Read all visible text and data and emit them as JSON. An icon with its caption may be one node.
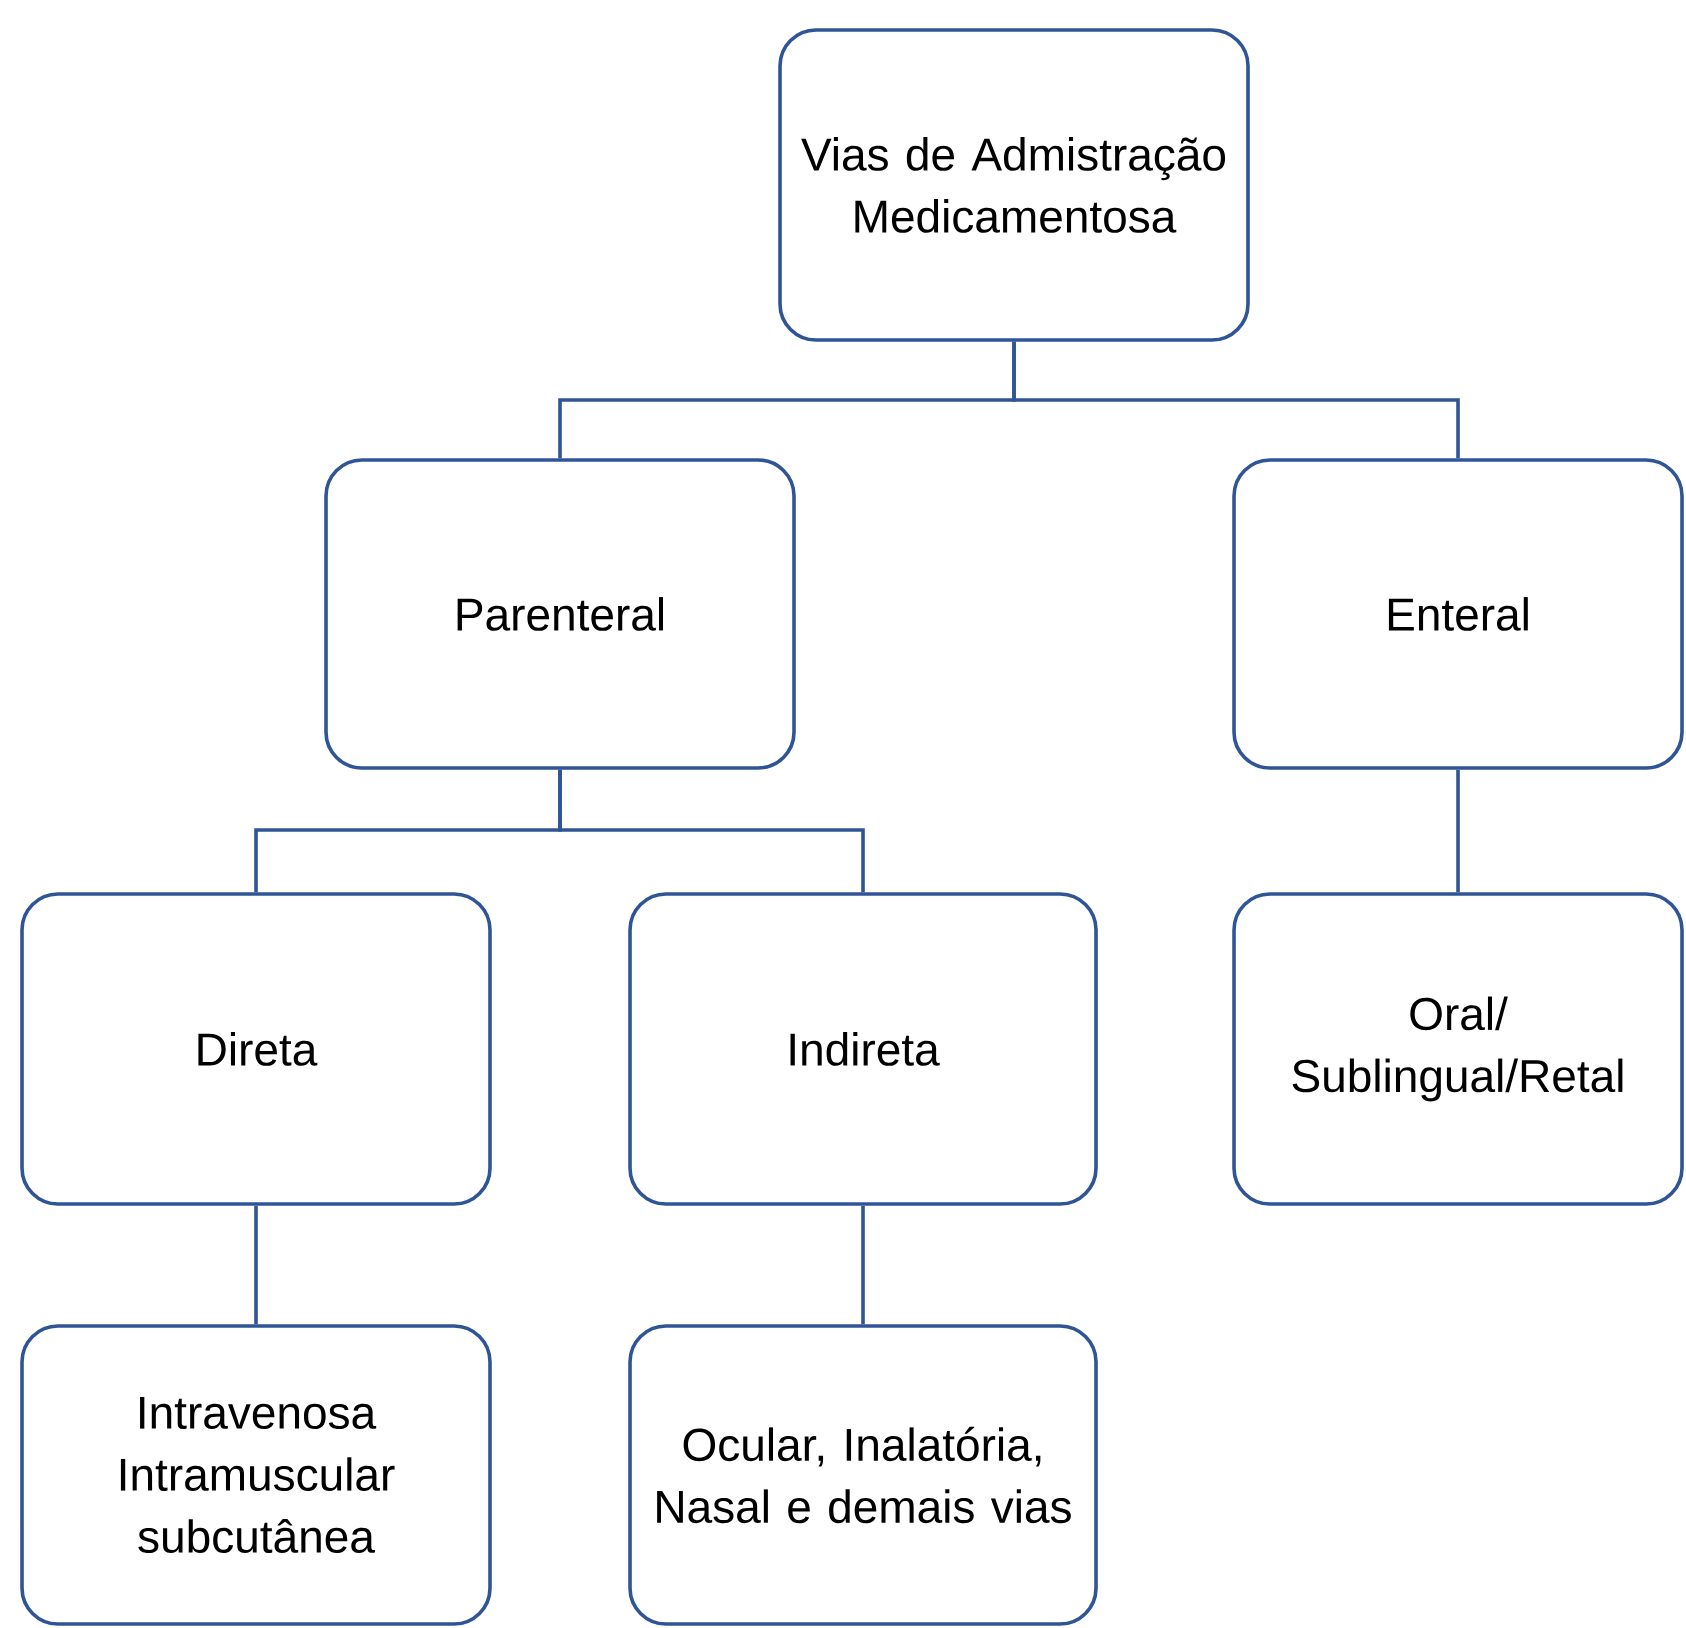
{
  "diagram": {
    "nodes": [
      {
        "text": [
          "Vias de Admistração Medicamentosa"
        ]
      },
      {
        "text": [
          "Parenteral"
        ]
      },
      {
        "text": [
          "Enteral"
        ]
      },
      {
        "text": [
          "Direta"
        ]
      },
      {
        "text": [
          "Indireta"
        ]
      },
      {
        "text": [
          "Oral/ Sublingual/Retal"
        ]
      },
      {
        "text": [
          "Intravenosa Intramuscular subcutânea"
        ]
      },
      {
        "text": [
          "Ocular, Inalatória, Nasal e demais vias"
        ]
      }
    ],
    "edges": [
      {
        "from": 0,
        "to": 1,
        "arrow": "none"
      },
      {
        "from": 0,
        "to": 2,
        "arrow": "none"
      },
      {
        "from": 1,
        "to": 3,
        "arrow": "none"
      },
      {
        "from": 1,
        "to": 4,
        "arrow": "none"
      },
      {
        "from": 2,
        "to": 5,
        "arrow": "none"
      },
      {
        "from": 3,
        "to": 6,
        "arrow": "none"
      },
      {
        "from": 4,
        "to": 7,
        "arrow": "none"
      }
    ]
  }
}
